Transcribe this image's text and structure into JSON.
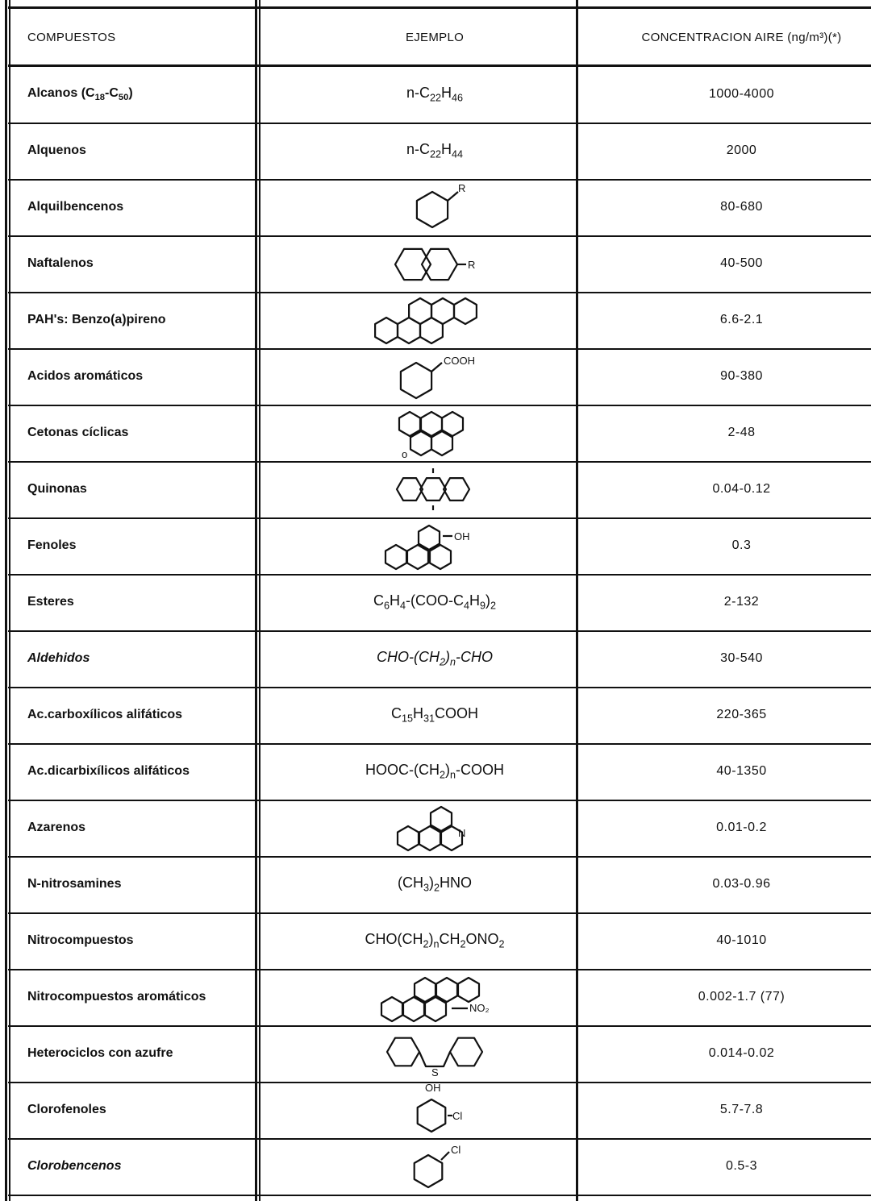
{
  "table": {
    "headers": {
      "compuestos": "COMPUESTOS",
      "ejemplo": "EJEMPLO",
      "concentracion": "CONCENTRACION AIRE (ng/m³)(*)"
    },
    "rows": [
      {
        "compuesto": "Alcanos (C₁₈-C₅₀)",
        "ejemplo": "n-C₂₂H₄₆",
        "ejemplo_type": "text",
        "concentracion": "1000-4000"
      },
      {
        "compuesto": "Alquenos",
        "ejemplo": "n-C₂₂H₄₄",
        "ejemplo_type": "text",
        "concentracion": "2000"
      },
      {
        "compuesto": "Alquilbencenos",
        "ejemplo_type": "structure",
        "structure_icon": "alkylbenzene-structure-icon",
        "structure_label": "R",
        "concentracion": "80-680"
      },
      {
        "compuesto": "Naftalenos",
        "ejemplo_type": "structure",
        "structure_icon": "naphthalene-structure-icon",
        "structure_label": "R",
        "concentracion": "40-500"
      },
      {
        "compuesto": "PAH's: Benzo(a)pireno",
        "ejemplo_type": "structure",
        "structure_icon": "benzopyrene-structure-icon",
        "concentracion": "6.6-2.1"
      },
      {
        "compuesto": "Acidos aromáticos",
        "ejemplo_type": "structure",
        "structure_icon": "benzoic-acid-structure-icon",
        "structure_label": "COOH",
        "concentracion": "90-380"
      },
      {
        "compuesto": "Cetonas cíclicas",
        "ejemplo_type": "structure",
        "structure_icon": "cyclic-ketone-structure-icon",
        "structure_label": "o",
        "concentracion": "2-48"
      },
      {
        "compuesto": "Quinonas",
        "ejemplo_type": "structure",
        "structure_icon": "anthraquinone-structure-icon",
        "concentracion": "0.04-0.12"
      },
      {
        "compuesto": "Fenoles",
        "ejemplo_type": "structure",
        "structure_icon": "phenol-structure-icon",
        "structure_label": "OH",
        "concentracion": "0.3"
      },
      {
        "compuesto": "Esteres",
        "ejemplo": "C₆H₄-(COO-C₄H₉)₂",
        "ejemplo_type": "text",
        "concentracion": "2-132"
      },
      {
        "compuesto": "Aldehidos",
        "ejemplo": "CHO-(CH₂)ₙ-CHO",
        "ejemplo_type": "text",
        "concentracion": "30-540"
      },
      {
        "compuesto": "Ac.carboxílicos alifáticos",
        "ejemplo": "C₁₅H₃₁COOH",
        "ejemplo_type": "text",
        "concentracion": "220-365"
      },
      {
        "compuesto": "Ac.dicarbixílicos alifáticos",
        "ejemplo": "HOOC-(CH₂)ₙ-COOH",
        "ejemplo_type": "text",
        "concentracion": "40-1350"
      },
      {
        "compuesto": "Azarenos",
        "ejemplo_type": "structure",
        "structure_icon": "azarene-structure-icon",
        "structure_label": "N",
        "concentracion": "0.01-0.2"
      },
      {
        "compuesto": "N-nitrosamines",
        "ejemplo": "(CH₃)₂HNO",
        "ejemplo_type": "text",
        "concentracion": "0.03-0.96"
      },
      {
        "compuesto": "Nitrocompuestos",
        "ejemplo": "CHO(CH₂)ₙCH₂ONO₂",
        "ejemplo_type": "text",
        "concentracion": "40-1010"
      },
      {
        "compuesto": "Nitrocompuestos aromáticos",
        "ejemplo_type": "structure",
        "structure_icon": "nitro-pah-structure-icon",
        "structure_label": "NO₂",
        "concentracion": "0.002-1.7 (77)"
      },
      {
        "compuesto": "Heterociclos con azufre",
        "ejemplo_type": "structure",
        "structure_icon": "dibenzothiophene-structure-icon",
        "structure_label": "S",
        "concentracion": "0.014-0.02"
      },
      {
        "compuesto": "Clorofenoles",
        "ejemplo_type": "structure",
        "structure_icon": "chlorophenol-structure-icon",
        "structure_label": "Cl",
        "structure_label_top": "OH",
        "concentracion": "5.7-7.8"
      },
      {
        "compuesto": "Clorobencenos",
        "ejemplo_type": "structure",
        "structure_icon": "chlorobenzene-structure-icon",
        "structure_label": "Cl",
        "concentracion": "0.5-3"
      }
    ]
  }
}
